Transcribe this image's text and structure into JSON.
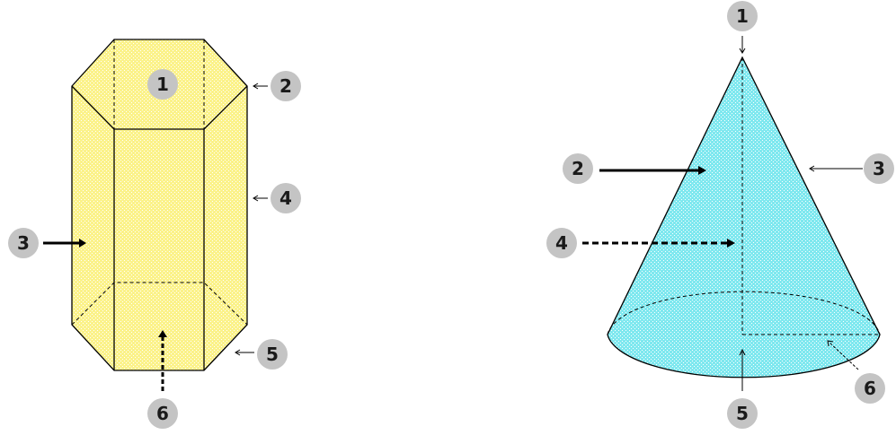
{
  "prism": {
    "fill_color": "#fbf28a",
    "labels": [
      "1",
      "2",
      "3",
      "4",
      "5",
      "6"
    ]
  },
  "cone": {
    "fill_color": "#7fe8ef",
    "labels": [
      "1",
      "2",
      "3",
      "4",
      "5",
      "6"
    ]
  },
  "badge_color": "#c4c4c4",
  "line_color": "#000000"
}
